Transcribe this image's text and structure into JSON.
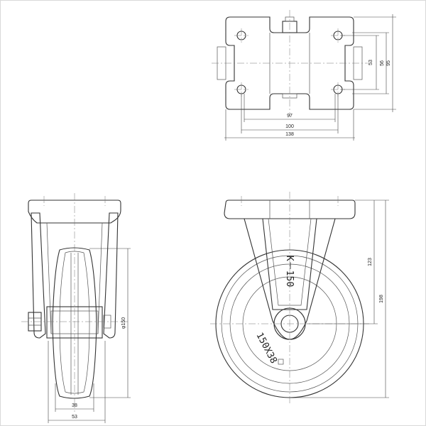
{
  "dimensions": {
    "top_view": {
      "inner_width": "97",
      "hole_pitch": "100",
      "plate_width": "138",
      "hole_pitch_vertical": "53",
      "inner_height": "56",
      "plate_height": "95"
    },
    "side_view": {
      "wheel_diameter": "φ150",
      "wheel_width": "38",
      "total_width": "53"
    },
    "front_view": {
      "bracket_height": "123",
      "total_height": "198"
    }
  },
  "markings": {
    "model": "K－150",
    "wheel_size": "150X38"
  }
}
